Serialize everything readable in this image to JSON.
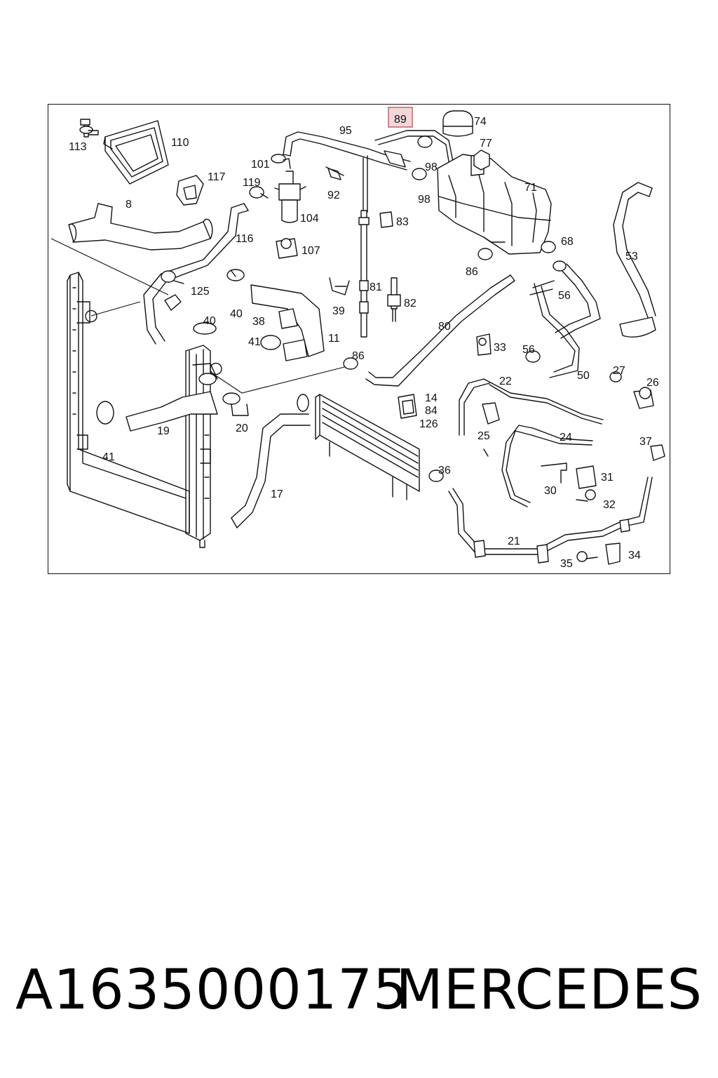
{
  "diagram": {
    "highlighted_callout": "89",
    "callouts": {
      "c113": "113",
      "c110": "110",
      "c117": "117",
      "c119": "119",
      "c101": "101",
      "c95": "95",
      "c89": "89",
      "c74": "74",
      "c77": "77",
      "c98a": "98",
      "c98b": "98",
      "c71": "71",
      "c92": "92",
      "c8": "8",
      "c104": "104",
      "c83": "83",
      "c116": "116",
      "c107": "107",
      "c68": "68",
      "c53": "53",
      "c86a": "86",
      "c125": "125",
      "c40a": "40",
      "c81": "81",
      "c82": "82",
      "c56a": "56",
      "c39": "39",
      "c38": "38",
      "c40b": "40",
      "c80": "80",
      "c41a": "41",
      "c11": "11",
      "c33": "33",
      "c56b": "56",
      "c86b": "86",
      "c27": "27",
      "c50": "50",
      "c26": "26",
      "c22": "22",
      "c14": "14",
      "c84": "84",
      "c126": "126",
      "c20": "20",
      "c19": "19",
      "c25": "25",
      "c24": "24",
      "c37": "37",
      "c41b": "41",
      "c36": "36",
      "c31": "31",
      "c30": "30",
      "c17": "17",
      "c32": "32",
      "c21": "21",
      "c35": "35",
      "c34": "34"
    },
    "colors": {
      "line": "#111111",
      "highlight_fill": "#f3d7da",
      "highlight_stroke": "#e0606a"
    }
  },
  "footer": {
    "part_number": "A1635000175",
    "brand": "MERCEDES"
  }
}
